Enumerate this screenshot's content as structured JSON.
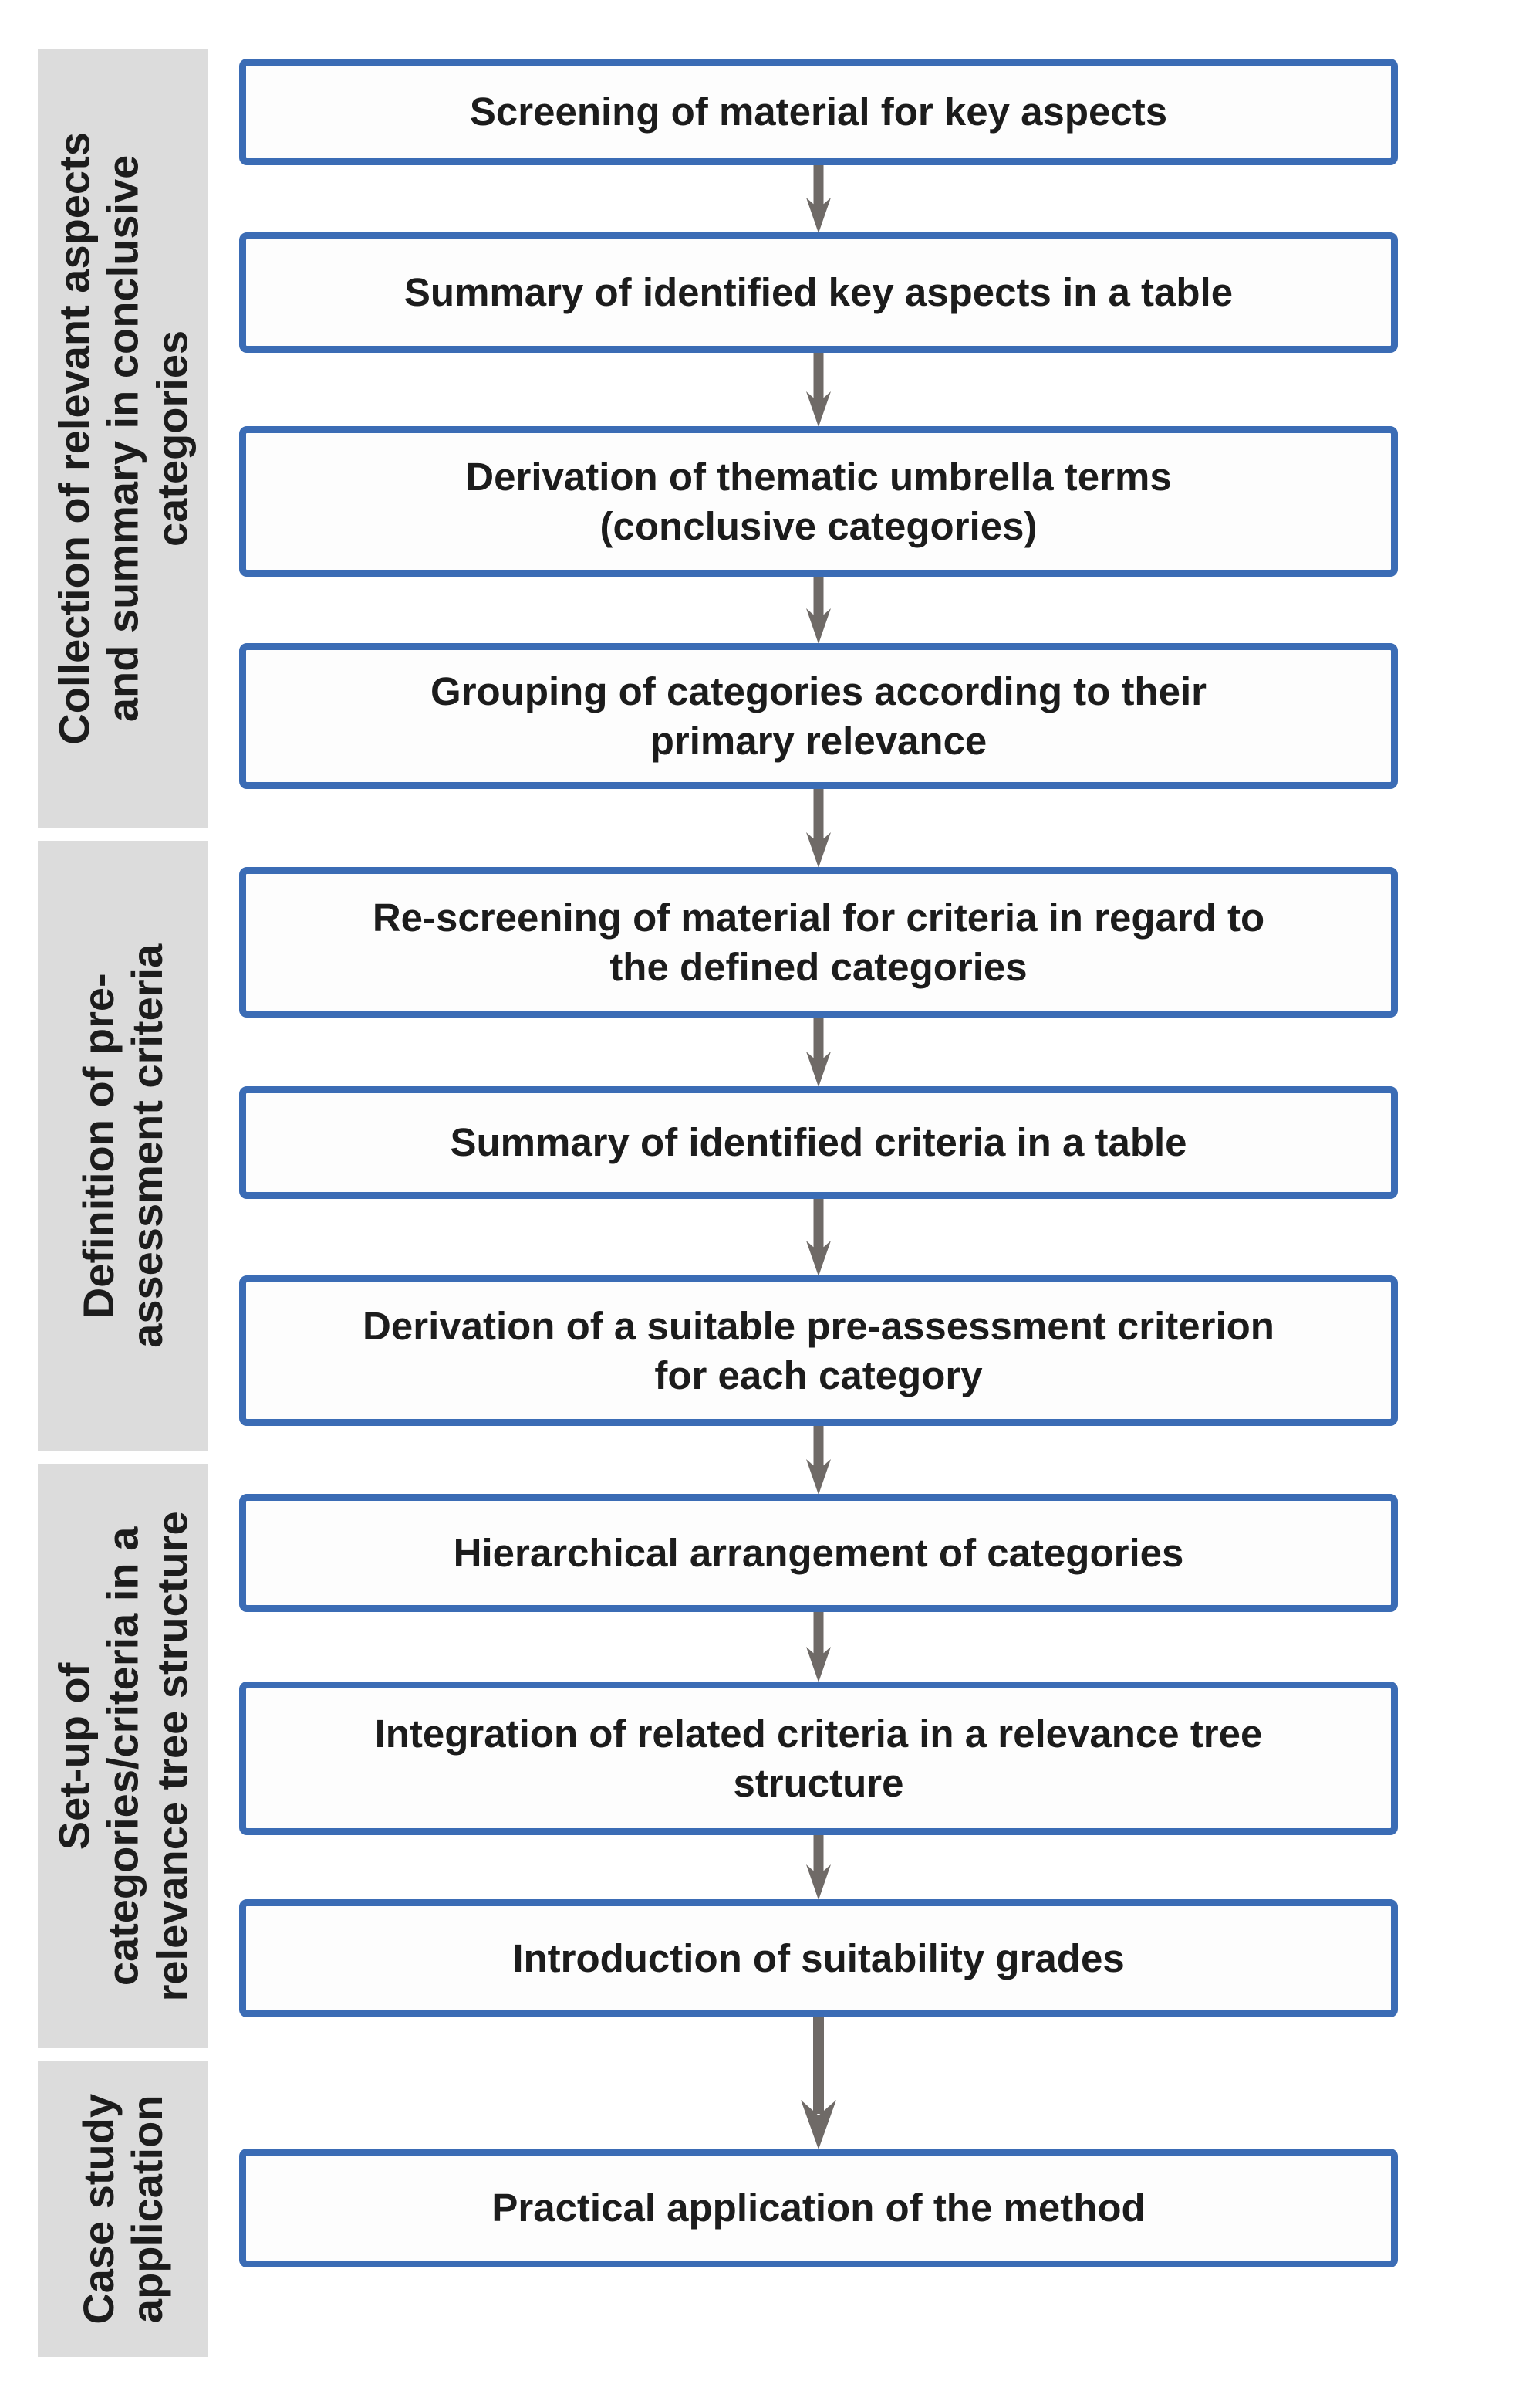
{
  "diagram": {
    "type": "flowchart",
    "direction": "top-down"
  },
  "palette": {
    "box_border_blue": "#3b6cb5",
    "box_fill": "#fdfdfd",
    "phase_band_gray": "#dcdcdc",
    "arrow_gray": "#6f6a67",
    "text_black": "#1c1c1c",
    "background": "#ffffff"
  },
  "phases": [
    {
      "label": "Collection of relevant aspects\nand summary in conclusive\ncategories",
      "steps": [
        {
          "label": "Screening of material for key aspects"
        },
        {
          "label": "Summary of identified key aspects in a table"
        },
        {
          "label": "Derivation of thematic umbrella terms\n(conclusive categories)"
        },
        {
          "label": "Grouping of categories according to their\nprimary relevance"
        }
      ]
    },
    {
      "label": "Definition of pre-\nassessment criteria",
      "steps": [
        {
          "label": "Re-screening of material for criteria in regard to\nthe defined categories"
        },
        {
          "label": "Summary of identified criteria in a table"
        },
        {
          "label": "Derivation of a suitable pre-assessment criterion\nfor each category"
        }
      ]
    },
    {
      "label": "Set-up of\ncategories/criteria in a\nrelevance tree structure",
      "steps": [
        {
          "label": "Hierarchical arrangement of categories"
        },
        {
          "label": "Integration of related criteria in a relevance tree\nstructure"
        },
        {
          "label": "Introduction of suitability grades"
        }
      ]
    },
    {
      "label": "Case study\napplication",
      "steps": [
        {
          "label": "Practical application of the method"
        }
      ]
    }
  ]
}
